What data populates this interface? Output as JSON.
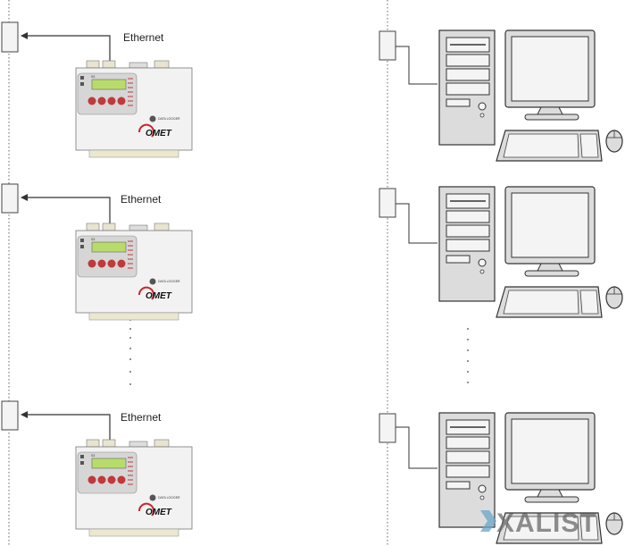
{
  "links": [
    {
      "label": "Ethernet"
    },
    {
      "label": "Ethernet"
    },
    {
      "label": "Ethernet"
    }
  ],
  "device": {
    "model": "S3",
    "subtitle": "DATA LOGGER",
    "brand": "OMET"
  },
  "watermark": {
    "text": "XALIST",
    "color": "#555555"
  },
  "colors": {
    "line": "#333333",
    "device_body": "#f2f2f2",
    "display": "#b8dc6a",
    "key": "#c0393b",
    "brand_red": "#c8282a",
    "rail": "#ece7cf"
  },
  "icons": [
    "network-switch-icon",
    "data-logger-icon",
    "desktop-pc-icon",
    "mouse-icon"
  ]
}
